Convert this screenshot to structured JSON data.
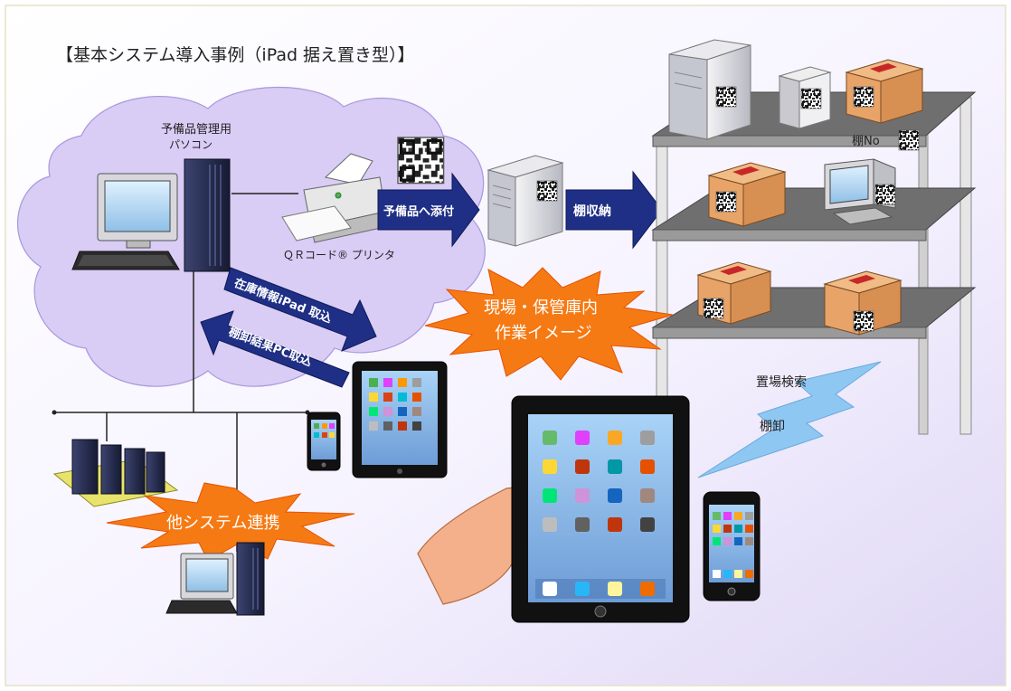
{
  "title": "【基本システム導入事例（iPad 据え置き型）】",
  "labels": {
    "pc_line1": "予備品管理用",
    "pc_line2": "パソコン",
    "printer": "ＱＲコード® プリンタ",
    "shelf_no": "棚No"
  },
  "arrows": {
    "attach": "予備品へ添付",
    "store": "棚収納",
    "to_ipad": "在庫情報iPad 取込",
    "to_pc": "棚卸結果PC取込"
  },
  "bursts": {
    "site_line1": "現場・保管庫内",
    "site_line2": "作業イメージ",
    "other": "他システム連携"
  },
  "bolt": {
    "search": "置場検索",
    "inventory": "棚卸"
  },
  "colors": {
    "cloud": "#d9ccf5",
    "arrow": "#1f2f86",
    "burst": "#f57a14",
    "shelf": "#6f6f6f",
    "box": "#e8a468",
    "bolt": "#8ec8f2"
  }
}
